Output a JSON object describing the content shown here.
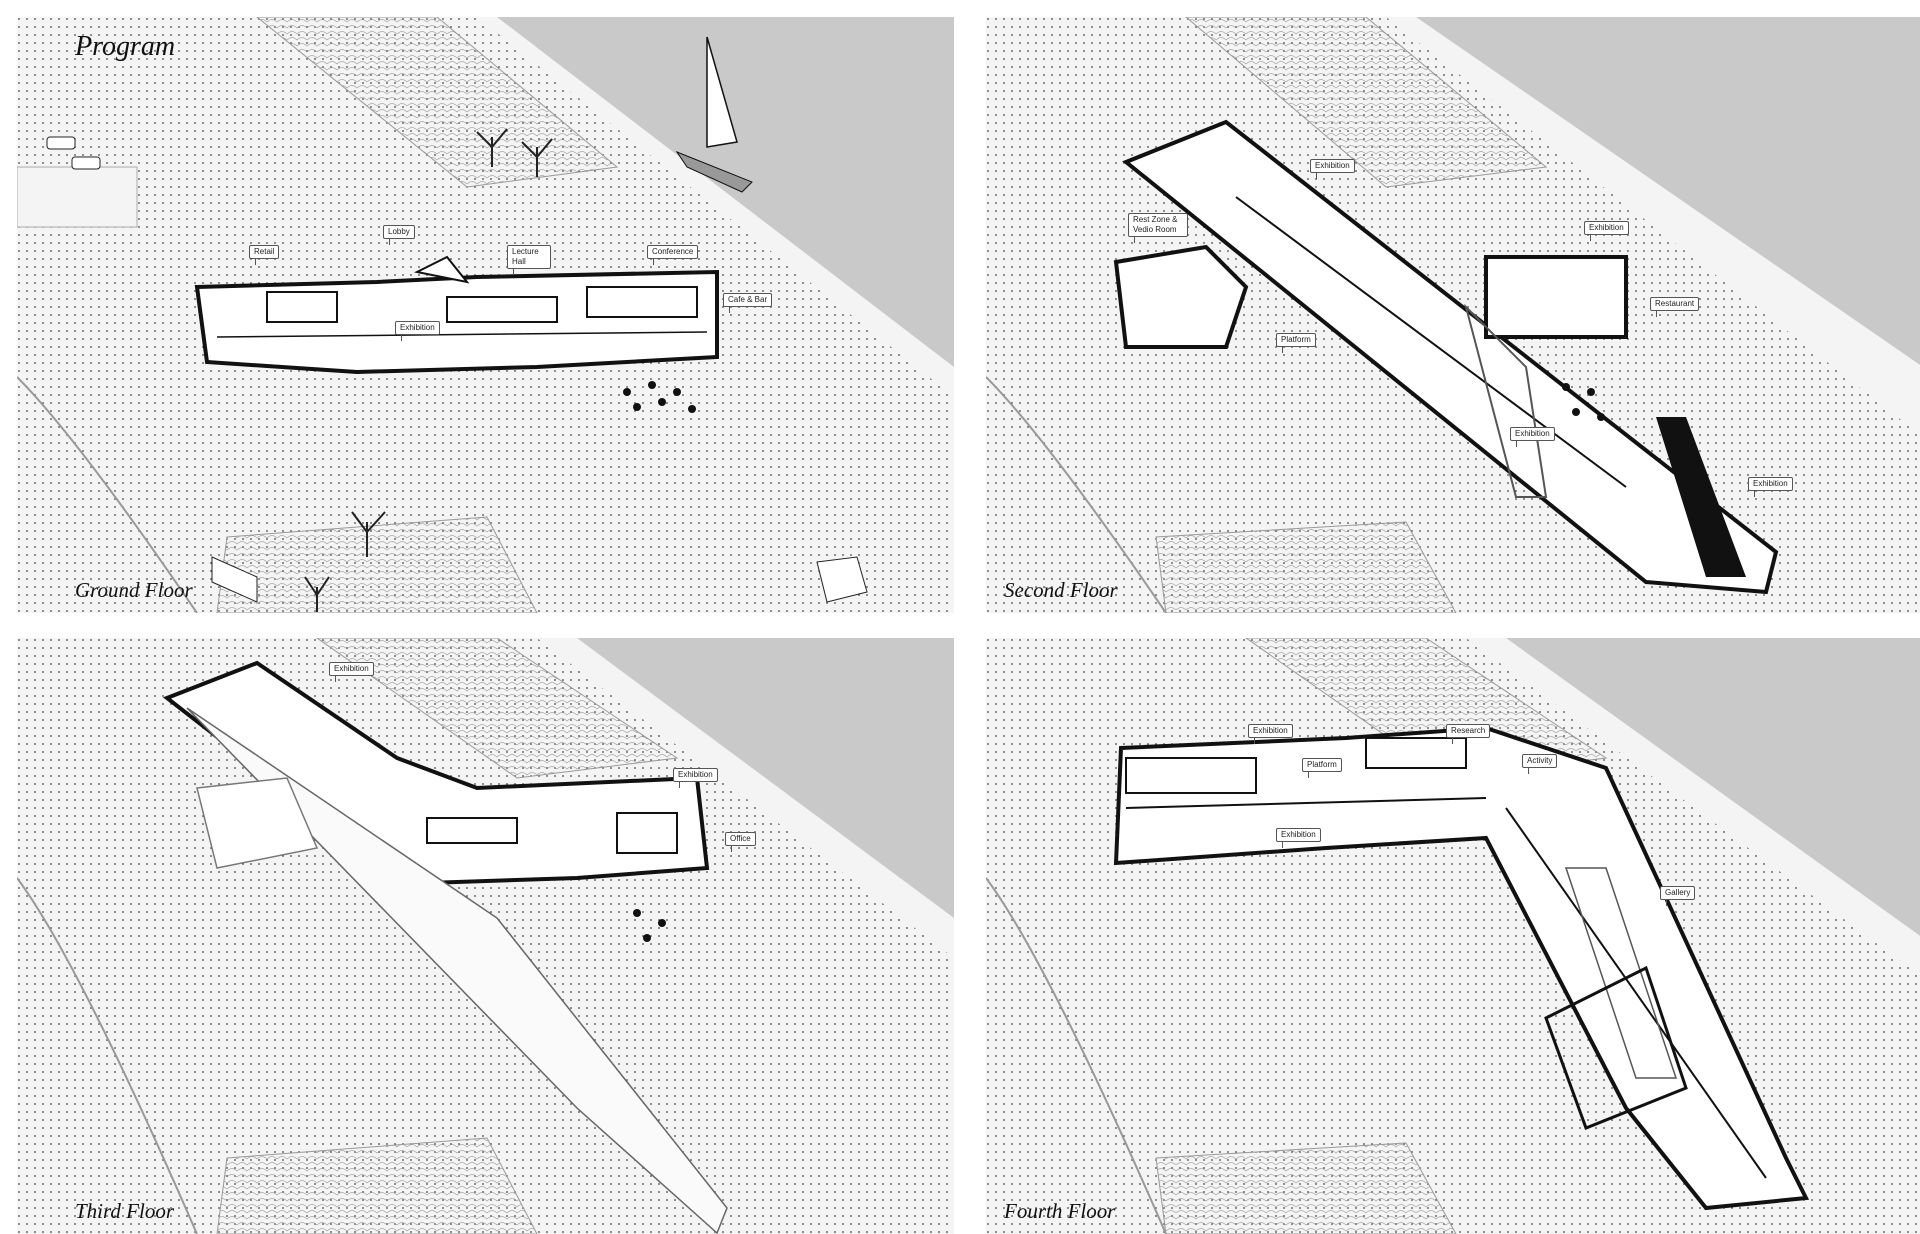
{
  "program_title": "Program",
  "panels": {
    "ground": {
      "title": "Ground Floor",
      "labels": [
        "Retail",
        "Lobby",
        "Lecture Hall",
        "Conference",
        "Exhibition",
        "Cafe & Bar"
      ]
    },
    "second": {
      "title": "Second Floor",
      "labels": [
        "Exhibition",
        "Rest Zone & Vedio Room",
        "Exhibition",
        "Platform",
        "Restaurant",
        "Exhibition",
        "Exhibition"
      ]
    },
    "third": {
      "title": "Third Floor",
      "labels": [
        "Exhibition",
        "Exhibition",
        "Office"
      ]
    },
    "fourth": {
      "title": "Fourth Floor",
      "labels": [
        "Exhibition",
        "Research",
        "Platform",
        "Activity",
        "Exhibition",
        "Gallery"
      ]
    }
  },
  "colors": {
    "background": "#f4f4f4",
    "water": "#c9c9c9",
    "line": "#111111"
  }
}
